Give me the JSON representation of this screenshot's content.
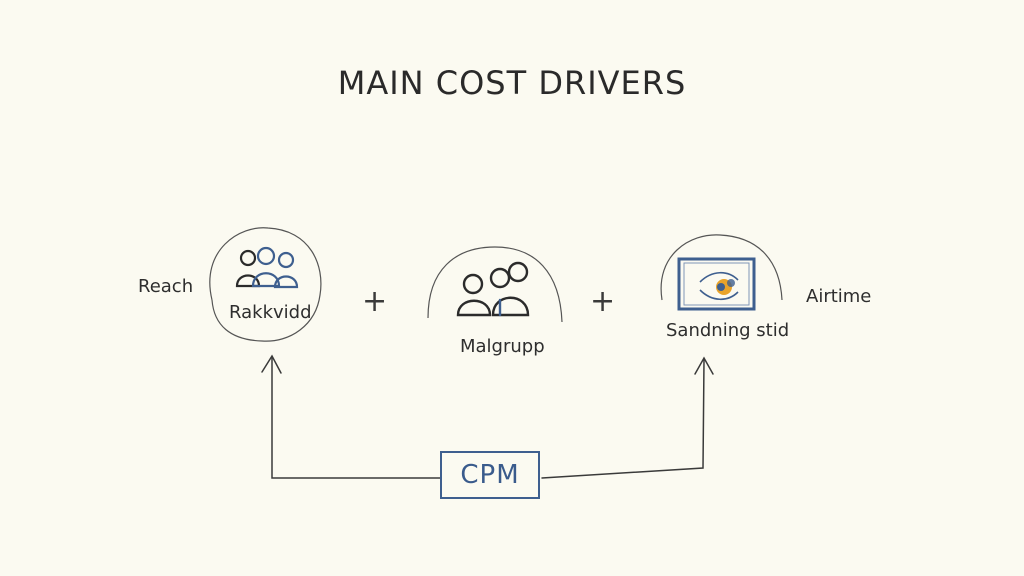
{
  "title": "MAIN COST DRIVERS",
  "nodes": {
    "reach": {
      "outer_label": "Reach",
      "inner_label": "Rakkvidd",
      "icon": "people-group-icon"
    },
    "target_group": {
      "inner_label": "Malgrupp",
      "icon": "people-pair-icon"
    },
    "airtime": {
      "outer_label": "Airtime",
      "inner_label": "Sandning stid",
      "icon": "tv-screen-icon"
    }
  },
  "operators": [
    "+",
    "+"
  ],
  "cpm": {
    "label": "CPM"
  },
  "colors": {
    "ink": "#2b2b2b",
    "accent_blue": "#3e5f8f",
    "accent_orange": "#e8a32a",
    "background": "#fbfaf1"
  }
}
